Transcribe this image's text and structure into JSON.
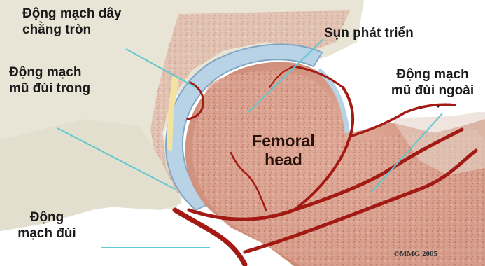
{
  "labels": {
    "circumflex_ligament_artery": [
      "Động mạch dây",
      "chằng tròn"
    ],
    "growth_cartilage": "Sụn phát triển",
    "medial_circumflex_artery": [
      "Động mạch",
      "mũ đùi trong"
    ],
    "lateral_circumflex_artery": [
      "Động mạch",
      "mũ đùi ngoài"
    ],
    "femoral_artery": [
      "Động",
      "mạch đùi"
    ],
    "femoral_head": [
      "Femoral",
      "head"
    ]
  },
  "copyright": "©MMG 2005",
  "colors": {
    "bone_pale": "#e9e5d6",
    "bone_marrow": "#d8a08c",
    "cartilage_blue": "#b9d3e6",
    "artery_red": "#a31a14",
    "leader_line": "#5fc8d0"
  }
}
